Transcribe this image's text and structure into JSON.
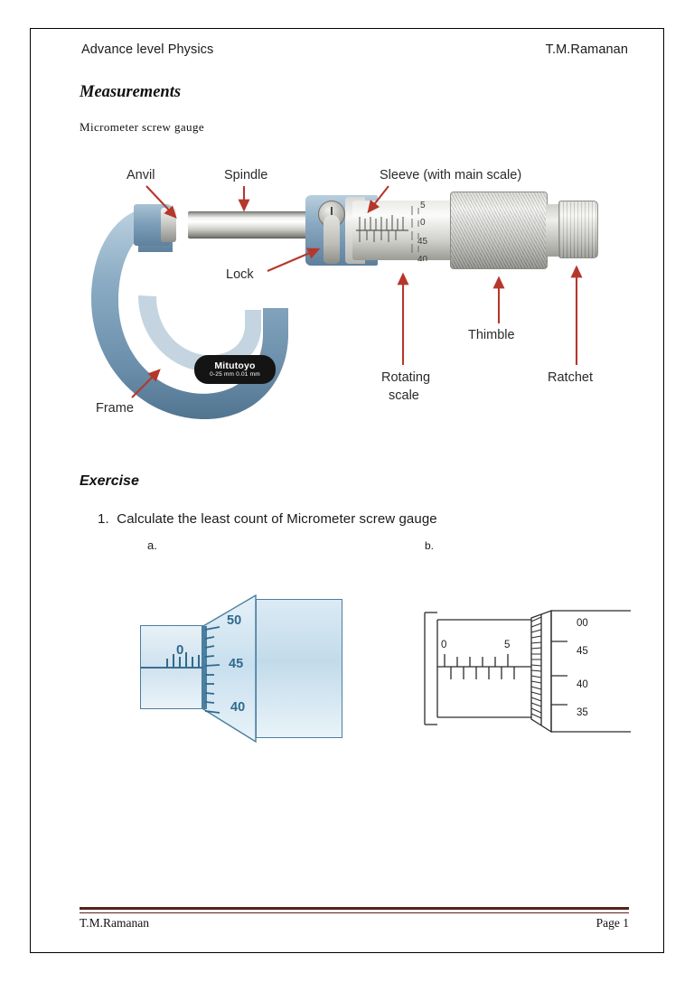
{
  "header": {
    "course": "Advance level Physics",
    "author": "T.M.Ramanan"
  },
  "section": {
    "title": "Measurements",
    "subtitle": "Micrometer  screw gauge"
  },
  "figure": {
    "labels": {
      "anvil": "Anvil",
      "spindle": "Spindle",
      "sleeve": "Sleeve (with main scale)",
      "lock": "Lock",
      "rotating_scale_line1": "Rotating",
      "rotating_scale_line2": "scale",
      "thimble": "Thimble",
      "ratchet": "Ratchet",
      "frame": "Frame"
    },
    "badge": {
      "brand": "Mitutoyo",
      "spec": "0-25 mm   0.01 mm"
    },
    "sleeve_scale_numbers": [
      "5",
      "0",
      "45",
      "40"
    ],
    "arrow_color": "#b5372c"
  },
  "exercise": {
    "heading": "Exercise",
    "question_number": "1.",
    "question_text": "Calculate the least count of Micrometer screw gauge",
    "part_a_label": "a.",
    "part_b_label": "b."
  },
  "diagram_a": {
    "accent_color": "#2f6a8d",
    "sleeve_label": "0",
    "thimble_numbers": [
      "50",
      "45",
      "40"
    ]
  },
  "diagram_b": {
    "line_color": "#2b2b2b",
    "sleeve_numbers": [
      "0",
      "5"
    ],
    "thimble_numbers": [
      "00",
      "45",
      "40",
      "35"
    ]
  },
  "footer": {
    "author": "T.M.Ramanan",
    "page": "Page 1",
    "rule_color": "#5c1f1a"
  }
}
